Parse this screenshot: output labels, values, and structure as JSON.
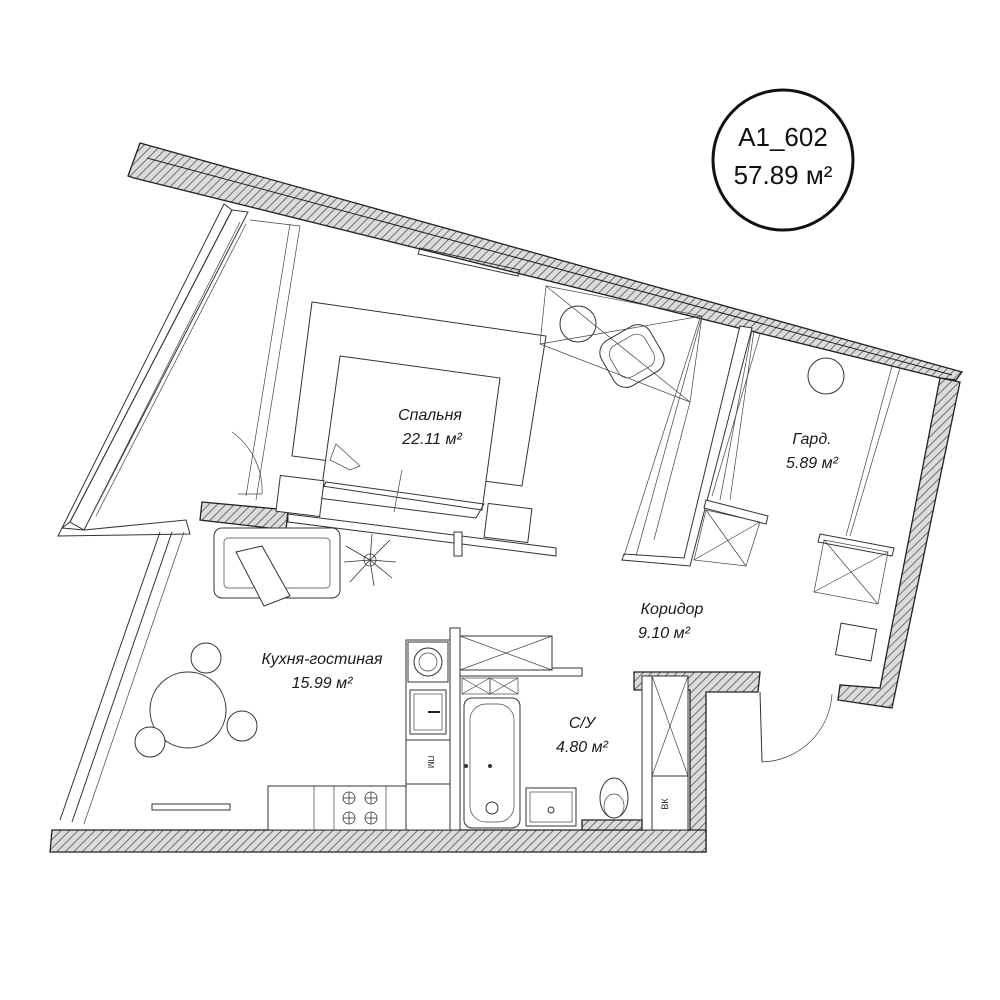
{
  "apartment": {
    "code": "A1_602",
    "total_area": "57.89 м²"
  },
  "rooms": [
    {
      "id": "bedroom",
      "name": "Спальня",
      "area": "22.11 м²"
    },
    {
      "id": "wardrobe",
      "name": "Гард.",
      "area": "5.89 м²"
    },
    {
      "id": "corridor",
      "name": "Коридор",
      "area": "9.10 м²"
    },
    {
      "id": "kitchen",
      "name": "Кухня-гостиная",
      "area": "15.99 м²"
    },
    {
      "id": "bathroom",
      "name": "С/У",
      "area": "4.80 м²"
    }
  ],
  "fixture_labels": {
    "dishwasher": "ПМ",
    "riser": "ВК"
  },
  "colors": {
    "line": "#222222",
    "hatch": "#555555",
    "background": "#ffffff"
  }
}
